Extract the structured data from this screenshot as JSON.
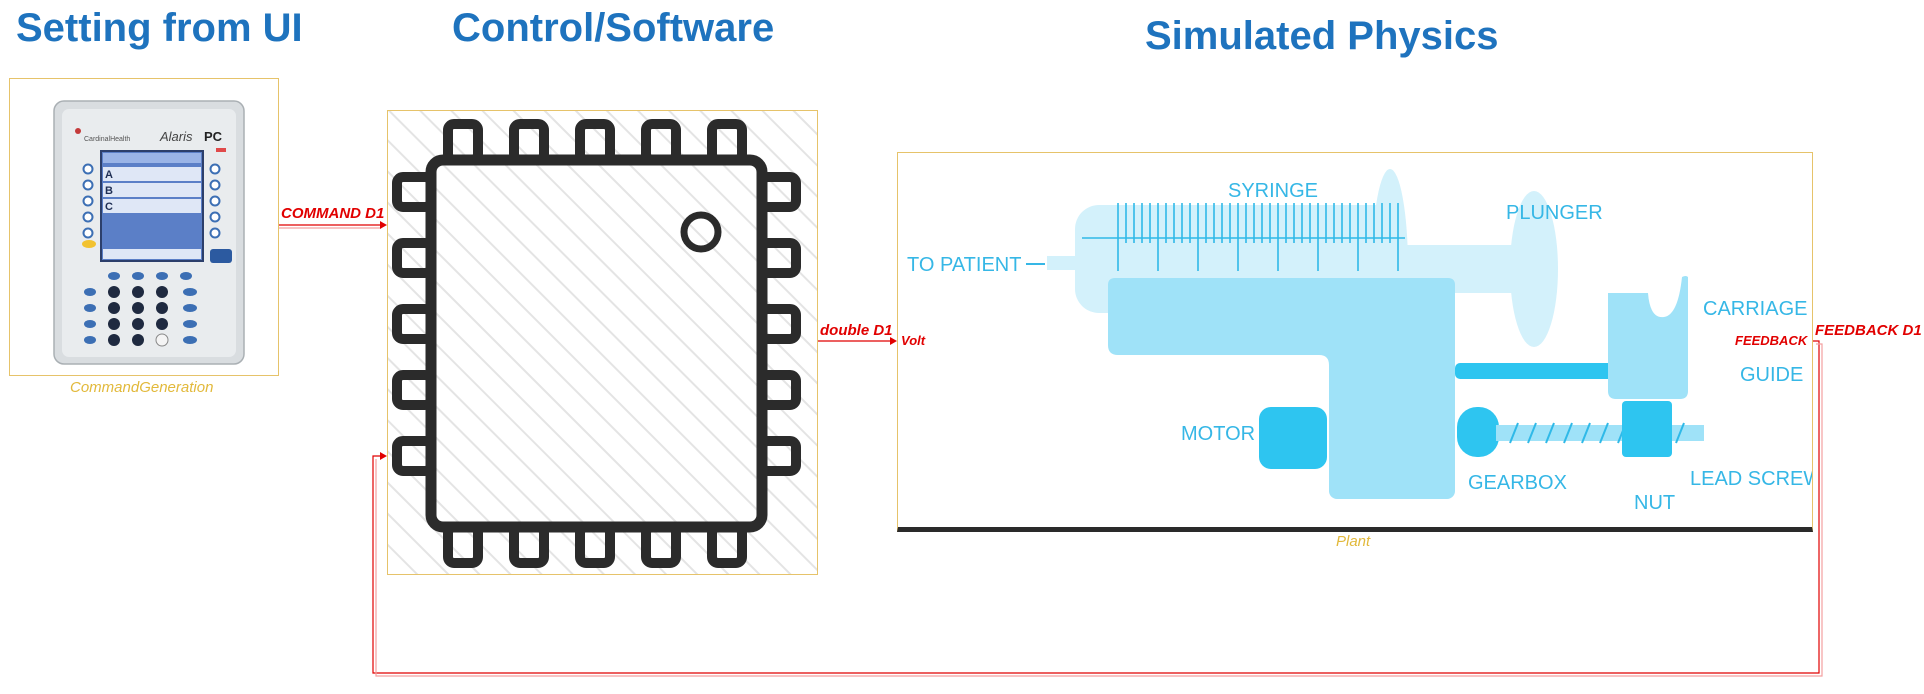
{
  "headings": {
    "setting": "Setting from UI",
    "control": "Control/Software",
    "physics": "Simulated Physics"
  },
  "blocks": {
    "command_generation": {
      "name": "CommandGeneration",
      "device": {
        "brand": "CardinalHealth",
        "model": "Alaris",
        "model_suffix": "PC",
        "channels": [
          "A",
          "B",
          "C"
        ]
      }
    },
    "controller": {
      "name": ""
    },
    "plant": {
      "name": "Plant",
      "labels": {
        "syringe": "SYRINGE",
        "plunger": "PLUNGER",
        "to_patient": "TO PATIENT",
        "carriage": "CARRIAGE",
        "guide": "GUIDE",
        "motor": "MOTOR",
        "gearbox": "GEARBOX",
        "nut": "NUT",
        "lead_screw": "LEAD SCREW"
      }
    }
  },
  "signals": {
    "command": "COMMAND D1",
    "double_out": "double D1",
    "volt_in": "Volt",
    "feedback_port": "FEEDBACK",
    "feedback_out": "FEEDBACK D1"
  },
  "colors": {
    "heading": "#1e73be",
    "block_border": "#e6c36a",
    "block_name": "#e2b93b",
    "signal": "#e10000",
    "syringe_light": "#d3f1fb",
    "syringe_mid": "#9fe2f8",
    "motor": "#2ec5f0",
    "label": "#36b7e6"
  }
}
